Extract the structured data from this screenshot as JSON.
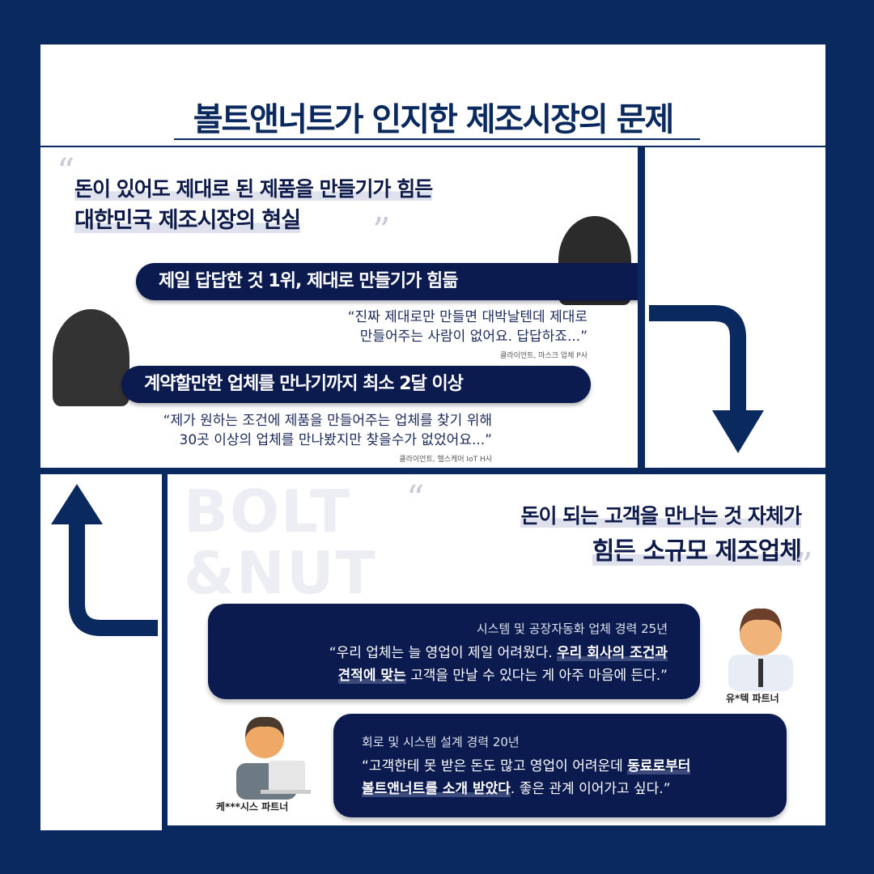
{
  "title": "볼트앤너트가 인지한 제조시장의 문제",
  "panel1": {
    "headline_line1": "돈이 있어도 제대로 된 제품을 만들기가 힘든",
    "headline_line2": "대한민국 제조시장의 현실",
    "banner1": "제일 답답한 것 1위, 제대로 만들기가 힘듦",
    "quote1_line1": "“진짜 제대로만 만들면 대박날텐데 제대로",
    "quote1_line2": "만들어주는 사람이 없어요. 답답하죠...”",
    "source1": "클라이언트, 마스크 업체 P사",
    "banner2": "계약할만한 업체를 만나기까지 최소 2달 이상",
    "quote2_line1": "“제가 원하는 조건에 제품을 만들어주는 업체를 찾기 위해",
    "quote2_line2": "30곳 이상의 업체를 만나봤지만 찾을수가 없었어요...”",
    "source2": "클라이언트, 헬스케어 IoT H사"
  },
  "panel2": {
    "watermark_line1": "BOLT",
    "watermark_line2": "&NUT",
    "headline_line1": "돈이 되는 고객을 만나는 것 자체가",
    "headline_line2": "힘든 소규모 제조업체",
    "card1": {
      "sub": "시스템 및 공장자동화 업체 경력 25년",
      "l1a": "“우리 업체는 늘 영업이 제일 어려웠다. ",
      "l1b": "우리 회사의 조건과",
      "l2a": "견적에 맞는",
      "l2b": " 고객을 만날 수 있다는 게 아주 마음에 든다.”",
      "name": "유*텍 파트너"
    },
    "card2": {
      "sub": "회로 및 시스템 설계 경력 20년",
      "l1a": "“고객한테 못 받은 돈도 많고 영업이 어려운데 ",
      "l1b": "동료로부터",
      "l2a": "볼트앤너트를 소개 받았다",
      "l2b": ". 좋은 관계 이어가고 싶다.”",
      "name": "케***시스 파트너"
    }
  },
  "colors": {
    "navy": "#0a2a5f",
    "card": "#0b1a4f"
  }
}
